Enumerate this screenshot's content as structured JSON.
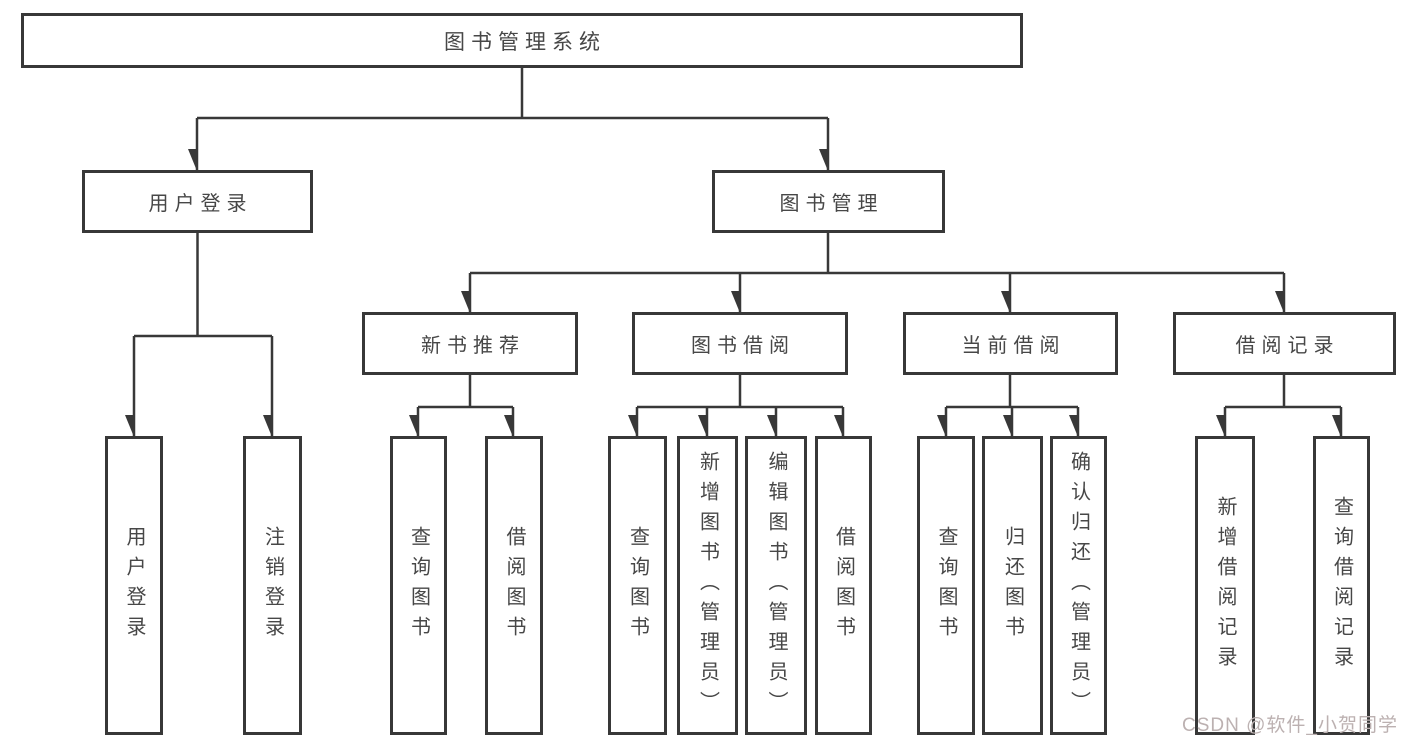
{
  "diagram": {
    "type": "hierarchy-tree",
    "watermark": "CSDN @软件_小贺同学",
    "colors": {
      "line": "#383838",
      "box_border": "#383838",
      "text": "#474747",
      "watermark": "#bcb1b1",
      "background": "#ffffff"
    },
    "nodes": {
      "root": "图书管理系统",
      "l2": [
        "用户登录",
        "图书管理"
      ],
      "l3": [
        "新书推荐",
        "图书借阅",
        "当前借阅",
        "借阅记录"
      ],
      "l4": [
        "用户登录",
        "注销登录",
        "查询图书",
        "借阅图书",
        "查询图书",
        "新增图书（管理员）",
        "编辑图书（管理员）",
        "借阅图书",
        "查询图书",
        "归还图书",
        "确认归还（管理员）",
        "新增借阅记录",
        "查询借阅记录"
      ]
    },
    "hierarchy": {
      "图书管理系统": [
        "用户登录",
        "图书管理"
      ],
      "用户登录": [
        "用户登录",
        "注销登录"
      ],
      "图书管理": [
        "新书推荐",
        "图书借阅",
        "当前借阅",
        "借阅记录"
      ],
      "新书推荐": [
        "查询图书",
        "借阅图书"
      ],
      "图书借阅": [
        "查询图书",
        "新增图书（管理员）",
        "编辑图书（管理员）",
        "借阅图书"
      ],
      "当前借阅": [
        "查询图书",
        "归还图书",
        "确认归还（管理员）"
      ],
      "借阅记录": [
        "新增借阅记录",
        "查询借阅记录"
      ]
    }
  }
}
